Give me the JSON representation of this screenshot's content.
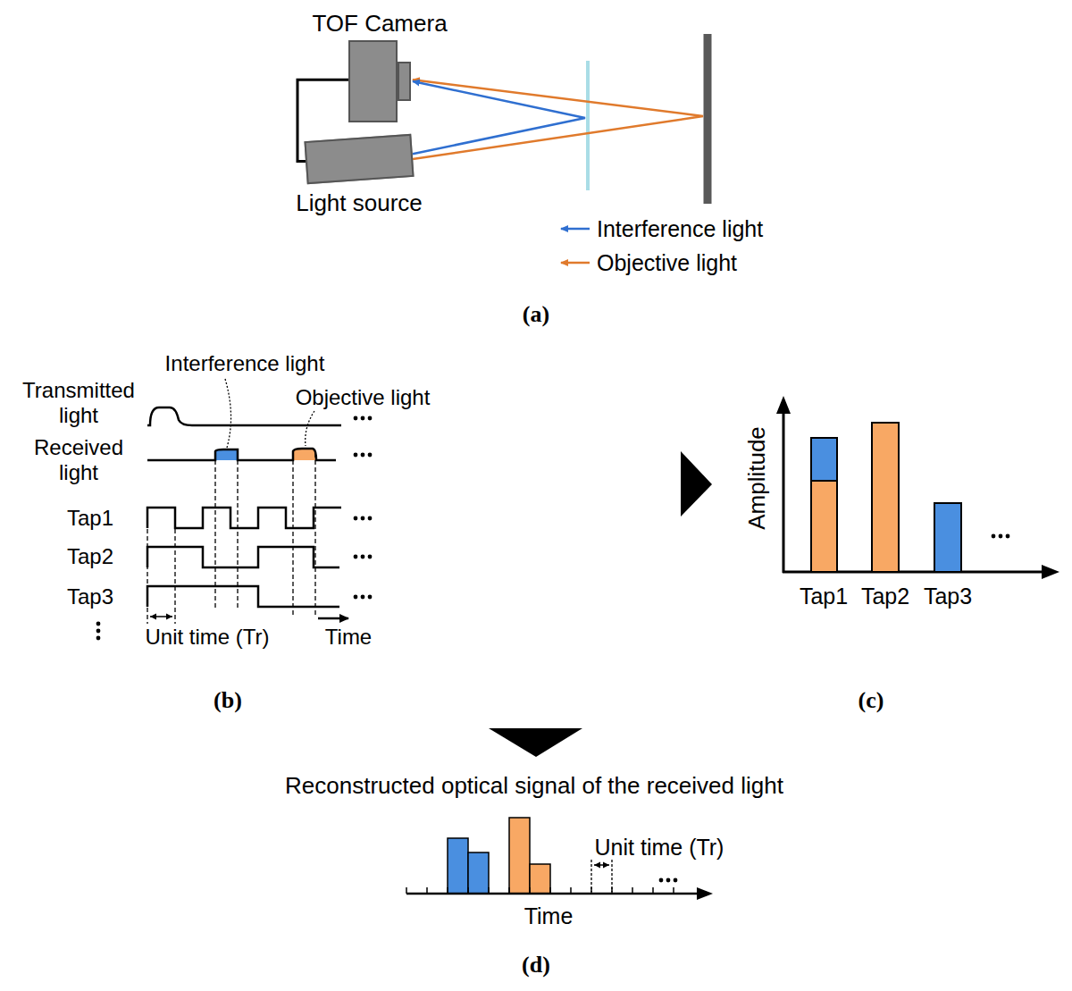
{
  "diagram": {
    "nodes": [
      {
        "text": [
          "TOF Camera"
        ]
      },
      {
        "text": [
          "Light source"
        ]
      }
    ],
    "edges": [
      {
        "from": 0,
        "to": 1,
        "arrow": "none"
      },
      {
        "from": 1,
        "to": 0,
        "arrow": "to"
      },
      {
        "from": 1,
        "to": 0,
        "arrow": "to"
      }
    ],
    "labels": [
      "(a)",
      "Interference light",
      "Objective light",
      "Transmitted light",
      "Received light",
      "Tap1",
      "Tap2",
      "Tap3",
      "Unit time (Tr)",
      "Time",
      "(b)",
      "Amplitude",
      "Tap1",
      "Tap2",
      "Tap3",
      "(c)",
      "Reconstructed optical signal of the received light",
      "Unit time (Tr)",
      "Time",
      "(d)"
    ],
    "legend": [
      {
        "text": "Interference light"
      },
      {
        "text": "Objective light"
      }
    ]
  }
}
